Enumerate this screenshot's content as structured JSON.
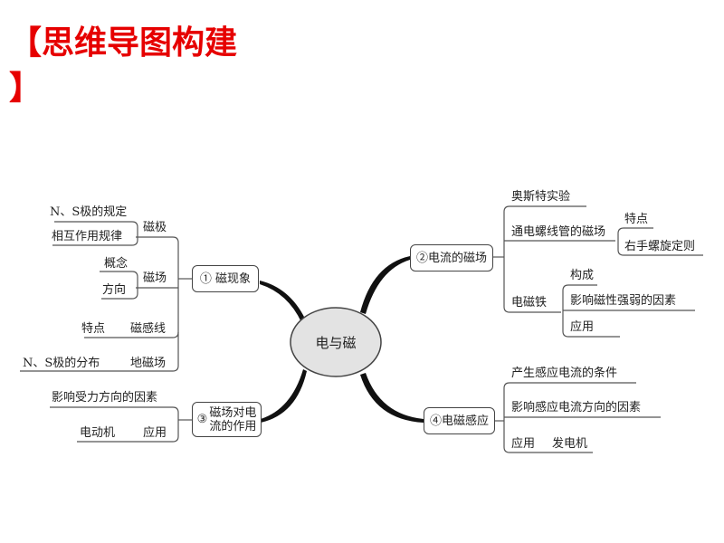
{
  "title": {
    "line1": "【思维导图构建",
    "line2": "】"
  },
  "center": "电与磁",
  "branch1": {
    "label": "① 磁现象",
    "magnetic_pole": {
      "label": "磁极",
      "items": [
        "N、S极的规定",
        "相互作用规律"
      ]
    },
    "magnetic_field": {
      "label": "磁场",
      "items": [
        "概念",
        "方向"
      ]
    },
    "field_lines": {
      "label": "磁感线",
      "item": "特点"
    },
    "earth_field": {
      "label": "地磁场",
      "item": "N、S极的分布"
    }
  },
  "branch2": {
    "label": "②电流的磁场",
    "oersted": "奥斯特实验",
    "solenoid": {
      "label": "通电螺线管的磁场",
      "items": [
        "特点",
        "右手螺旋定则"
      ]
    },
    "electromagnet": {
      "label": "电磁铁",
      "items": [
        "构成",
        "影响磁性强弱的因素",
        "应用"
      ]
    }
  },
  "branch3": {
    "label_line1": "磁场对电",
    "label_line2": "流的作用",
    "num": "③",
    "factors": "影响受力方向的因素",
    "application": {
      "label": "应用",
      "item": "电动机"
    }
  },
  "branch4": {
    "label": "④电磁感应",
    "items": [
      "产生感应电流的条件",
      "影响感应电流方向的因素"
    ],
    "application": {
      "label": "应用",
      "item": "发电机"
    }
  }
}
